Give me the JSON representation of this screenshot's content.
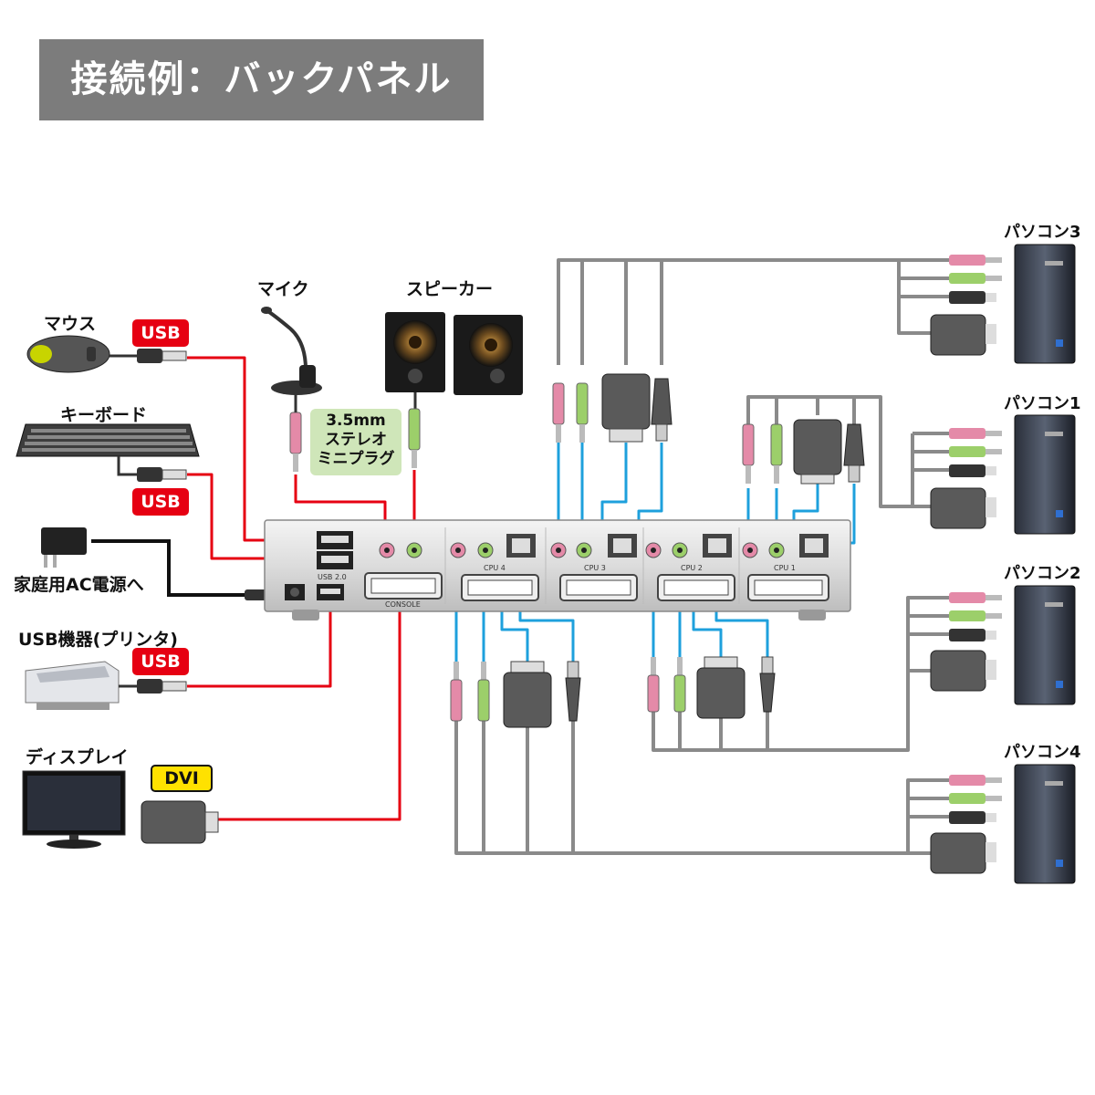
{
  "title": "接続例：バックパネル",
  "devices": {
    "mouse": "マウス",
    "keyboard": "キーボード",
    "ac_power": "家庭用AC電源へ",
    "usb_device": "USB機器(プリンタ)",
    "display": "ディスプレイ",
    "mic": "マイク",
    "speaker": "スピーカー"
  },
  "badges": {
    "usb_mouse": "USB",
    "usb_keyboard": "USB",
    "usb_printer": "USB",
    "dvi": "DVI"
  },
  "plug_note": [
    "3.5mm",
    "ステレオ",
    "ミニプラグ"
  ],
  "computers": [
    "パソコン3",
    "パソコン1",
    "パソコン2",
    "パソコン4"
  ],
  "panel_labels": {
    "usb20": "USB 2.0",
    "console": "CONSOLE",
    "cpu4": "CPU 4",
    "cpu3": "CPU 3",
    "cpu2": "CPU 2",
    "cpu1": "CPU 1"
  },
  "colors": {
    "console_cable": "#e60012",
    "cpu_cable": "#1ea0dc",
    "pc_cable": "#8a8a8a",
    "title_bg": "#7c7c7c"
  }
}
